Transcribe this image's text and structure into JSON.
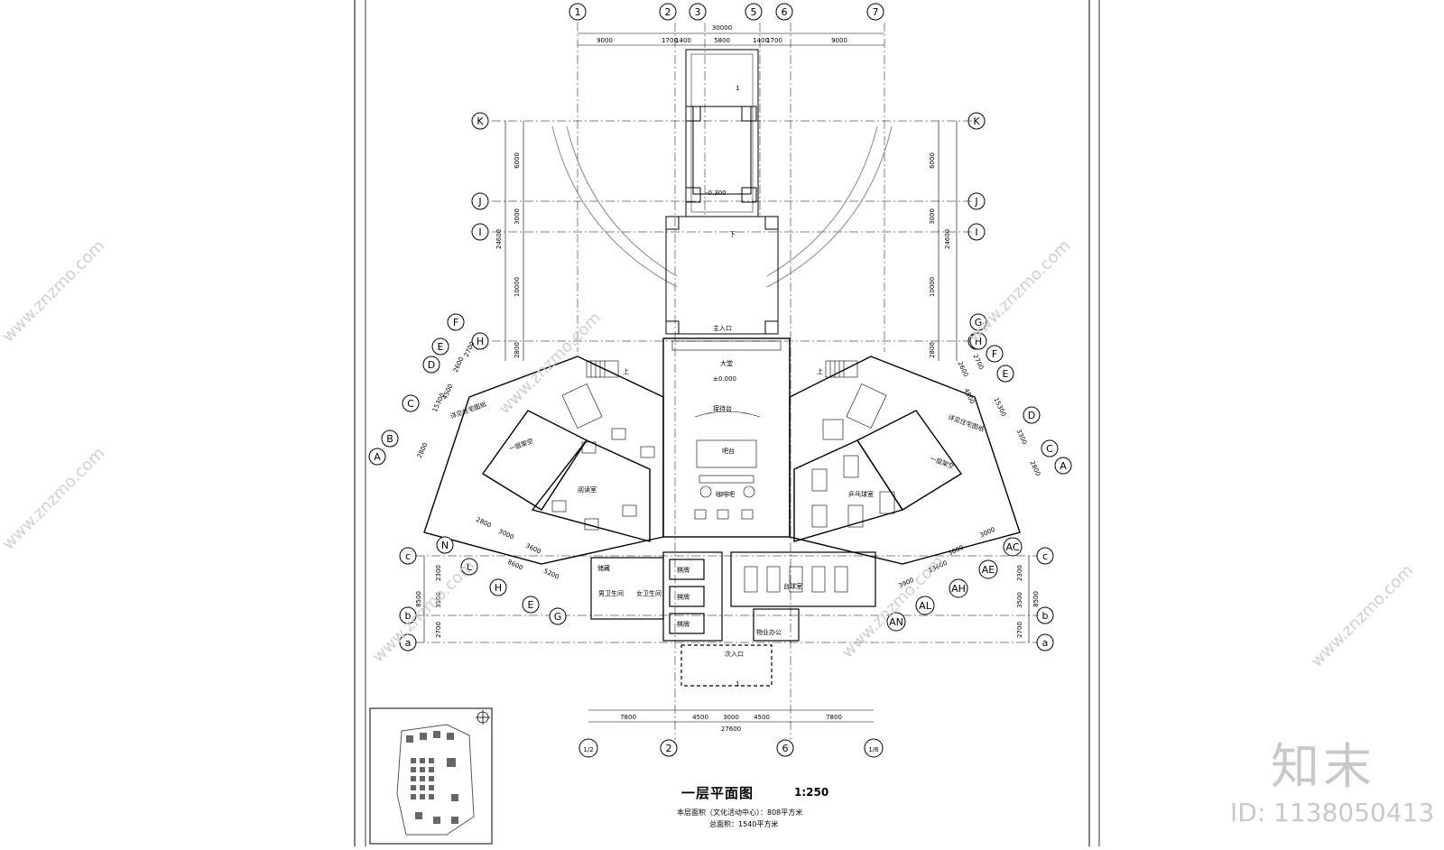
{
  "drawing": {
    "title": "一层平面图",
    "scale": "1:250",
    "area_note_1": "本层面积（文化活动中心）：808平方米",
    "area_note_2": "总面积：1540平方米"
  },
  "grid_top": [
    "1",
    "2",
    "3",
    "5",
    "6",
    "7"
  ],
  "grid_bottom": [
    "1/2",
    "2",
    "6",
    "1/6"
  ],
  "grid_rows": [
    "K",
    "J",
    "I",
    "H",
    "c",
    "b",
    "a"
  ],
  "grid_left_wing": [
    "F",
    "E",
    "D",
    "C",
    "B",
    "A",
    "N",
    "L",
    "H",
    "E",
    "G"
  ],
  "grid_right_wing": [
    "G",
    "H",
    "F",
    "E",
    "D",
    "C",
    "A",
    "AC",
    "AE",
    "AH",
    "AL",
    "AN"
  ],
  "dimensions": {
    "top_total": "30000",
    "top_segments": [
      "9000",
      "1700",
      "1400",
      "5800",
      "1400",
      "1700",
      "9000"
    ],
    "left_vertical": [
      "6000",
      "3000",
      "10000",
      "2800"
    ],
    "left_vertical_total": "24600",
    "bottom_segments": [
      "7800",
      "4500",
      "3000",
      "4500",
      "7800"
    ],
    "bottom_total": "27600",
    "lower_vertical": [
      "2300",
      "3500",
      "2700"
    ],
    "lower_vertical_total": "8500",
    "left_wing": [
      "15300",
      "2700",
      "2600",
      "4500",
      "2800",
      "2800",
      "3000",
      "3600",
      "8600",
      "5200"
    ],
    "right_wing": [
      "2700",
      "2600",
      "4500",
      "15300",
      "3300",
      "2800",
      "3000",
      "3600",
      "13600",
      "3900"
    ]
  },
  "rooms": {
    "main_entrance": "主入口",
    "lobby": "大堂",
    "lobby_level": "±0.000",
    "reception": "接待台",
    "bar": "吧台",
    "cafe": "咖啡吧",
    "side_entrance": "次入口",
    "left_display": "详见住宅图纸",
    "right_display": "详见住宅图纸",
    "left_room": "一层架空",
    "right_room": "一层架空",
    "study": "阅读室",
    "pingpong": "乒乓球室",
    "billiards": "台球室",
    "mens_wc": "男卫生间",
    "womens_wc": "女卫生间",
    "office": "物业办公",
    "chess1": "棋牌",
    "chess2": "棋牌",
    "chess3": "棋牌",
    "storage": "储藏",
    "stairs_up": "上",
    "stairs_down": "下",
    "section_mark": "1",
    "level_mark": "-0.300"
  },
  "watermark": {
    "brand": "知末",
    "id": "ID: 1138050413",
    "site": "www.znzmo.com"
  }
}
